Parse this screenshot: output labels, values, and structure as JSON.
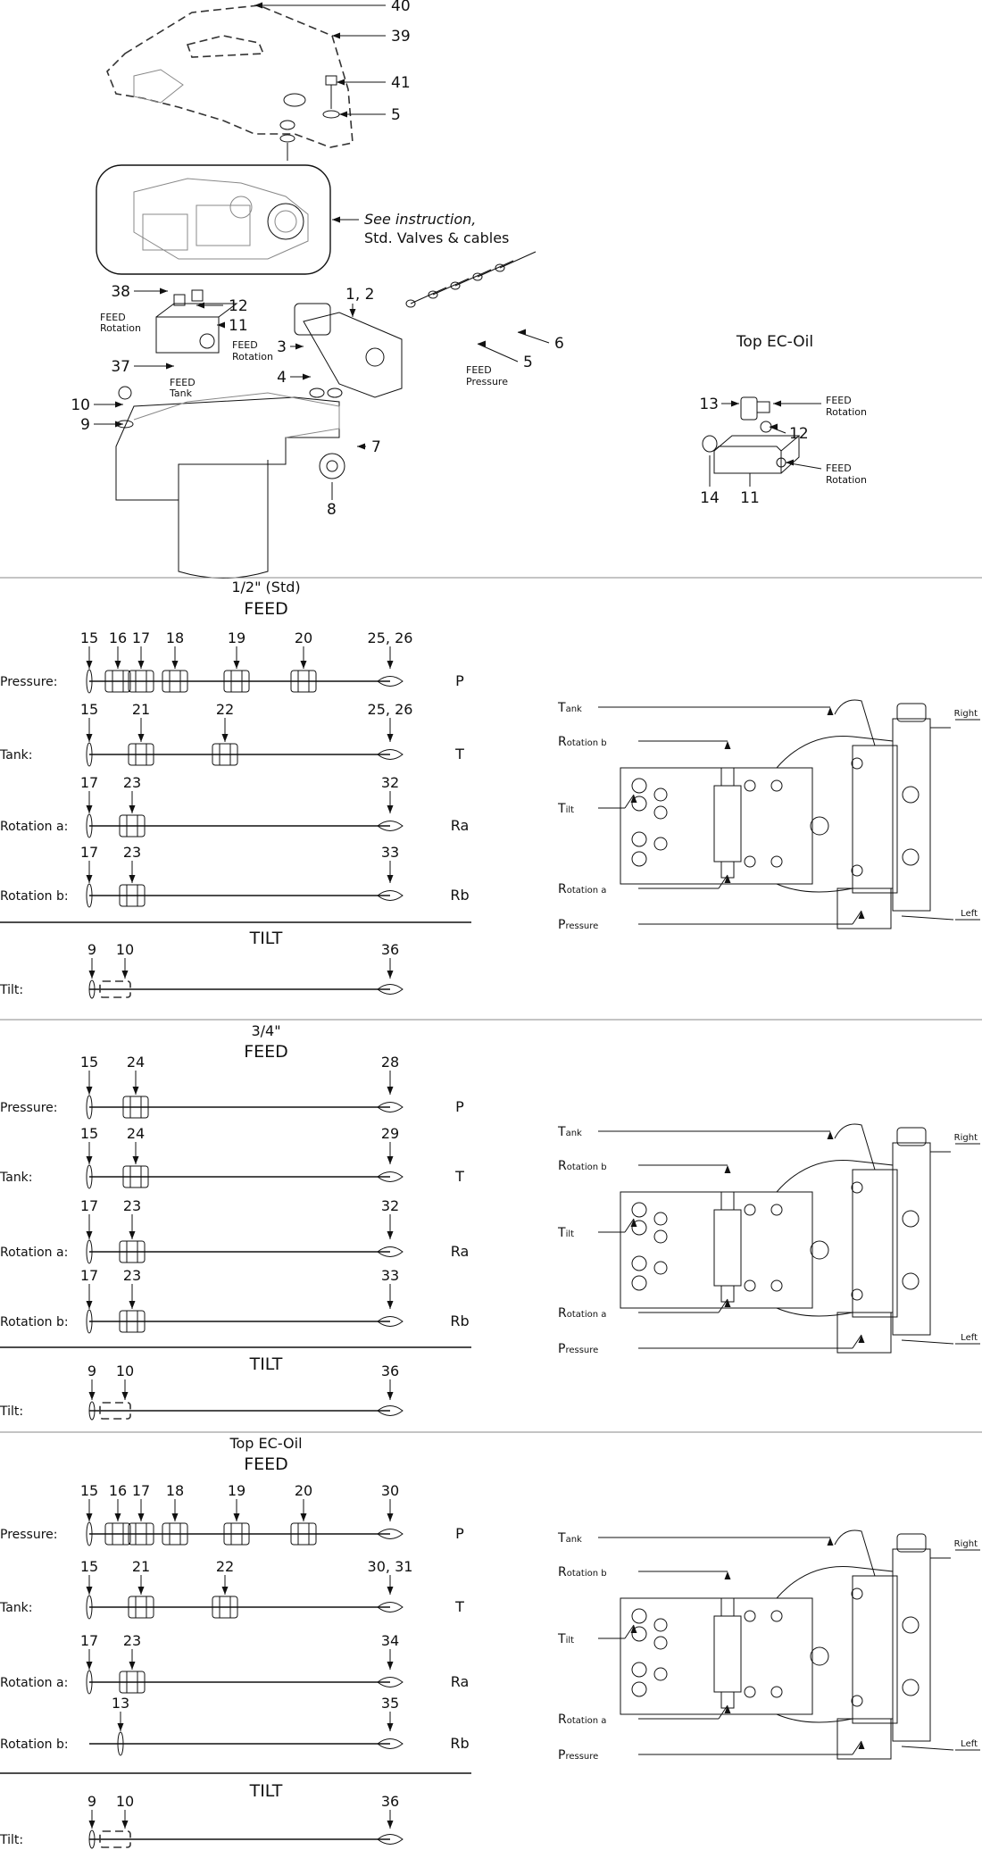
{
  "top_figure": {
    "callouts": [
      "40",
      "39",
      "41",
      "5",
      "38",
      "12",
      "11",
      "37",
      "10",
      "9",
      "1, 2",
      "3",
      "4",
      "6",
      "5",
      "7",
      "8"
    ],
    "labels": {
      "feed_rotation_upper": {
        "main": "FEED",
        "sub": "Rotation"
      },
      "feed_rotation_side": {
        "main": "FEED",
        "sub": "Rotation"
      },
      "feed_tank": {
        "main": "FEED",
        "sub": "Tank"
      },
      "feed_pressure": {
        "main": "FEED",
        "sub": "Pressure"
      }
    },
    "instruction_line1": "See instruction,",
    "instruction_line2": "Std. Valves & cables"
  },
  "top_ec_oil": {
    "title": "Top EC-Oil",
    "callouts": [
      "13",
      "12",
      "14",
      "11"
    ],
    "feed_rotation_a": {
      "main": "FEED",
      "sub": "Rotation"
    },
    "feed_rotation_b": {
      "main": "FEED",
      "sub": "Rotation"
    }
  },
  "sections": [
    {
      "title": "1/2\" (Std)",
      "feed": "FEED",
      "tilt_heading": "TILT",
      "rows": [
        {
          "label": "Pressure:",
          "nums": [
            "15",
            "16",
            "17",
            "18",
            "19",
            "20",
            "25, 26"
          ],
          "end": "P"
        },
        {
          "label": "Tank:",
          "nums": [
            "15",
            "21",
            "22",
            "25, 26"
          ],
          "end": "T"
        },
        {
          "label": "Rotation a:",
          "nums": [
            "17",
            "23",
            "32"
          ],
          "end": "Ra"
        },
        {
          "label": "Rotation b:",
          "nums": [
            "17",
            "23",
            "33"
          ],
          "end": "Rb"
        }
      ],
      "tilt": {
        "label": "Tilt:",
        "nums": [
          "9",
          "10",
          "36"
        ]
      },
      "right_labels": {
        "tank": "Tank",
        "rotation_b": "Rotation b",
        "tilt": "Tilt",
        "rotation_a": "Rotation a",
        "pressure": "Pressure",
        "right": "Right",
        "left": "Left"
      }
    },
    {
      "title": "3/4\"",
      "feed": "FEED",
      "tilt_heading": "TILT",
      "rows": [
        {
          "label": "Pressure:",
          "nums": [
            "15",
            "24",
            "28"
          ],
          "end": "P"
        },
        {
          "label": "Tank:",
          "nums": [
            "15",
            "24",
            "29"
          ],
          "end": "T"
        },
        {
          "label": "Rotation a:",
          "nums": [
            "17",
            "23",
            "32"
          ],
          "end": "Ra"
        },
        {
          "label": "Rotation b:",
          "nums": [
            "17",
            "23",
            "33"
          ],
          "end": "Rb"
        }
      ],
      "tilt": {
        "label": "Tilt:",
        "nums": [
          "9",
          "10",
          "36"
        ]
      },
      "right_labels": {
        "tank": "Tank",
        "rotation_b": "Rotation b",
        "tilt": "Tilt",
        "rotation_a": "Rotation a",
        "pressure": "Pressure",
        "right": "Right",
        "left": "Left"
      }
    },
    {
      "title": "Top EC-Oil",
      "feed": "FEED",
      "tilt_heading": "TILT",
      "rows": [
        {
          "label": "Pressure:",
          "nums": [
            "15",
            "16",
            "17",
            "18",
            "19",
            "20",
            "30"
          ],
          "end": "P"
        },
        {
          "label": "Tank:",
          "nums": [
            "15",
            "21",
            "22",
            "30, 31"
          ],
          "end": "T"
        },
        {
          "label": "Rotation a:",
          "nums": [
            "17",
            "23",
            "34"
          ],
          "end": "Ra"
        },
        {
          "label": "Rotation b:",
          "nums": [
            "13",
            "35"
          ],
          "end": "Rb"
        }
      ],
      "tilt": {
        "label": "Tilt:",
        "nums": [
          "9",
          "10",
          "36"
        ]
      },
      "right_labels": {
        "tank": "Tank",
        "rotation_b": "Rotation b",
        "tilt": "Tilt",
        "rotation_a": "Rotation a",
        "pressure": "Pressure",
        "right": "Right",
        "left": "Left"
      }
    }
  ]
}
